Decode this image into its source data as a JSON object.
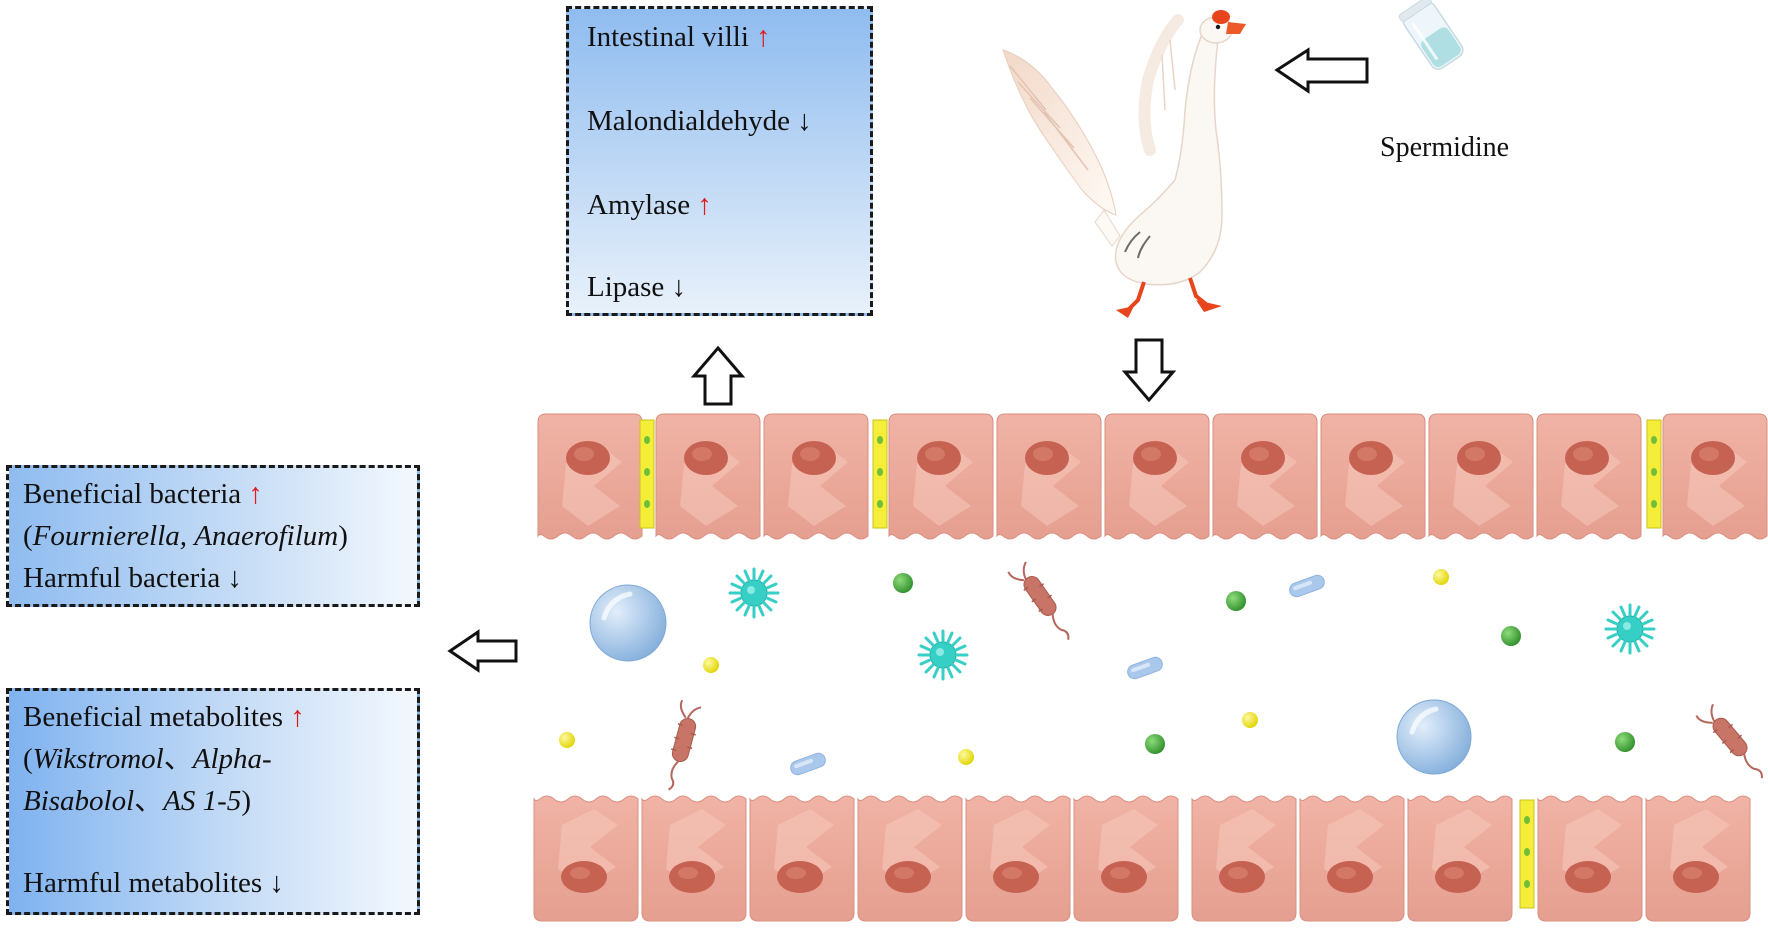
{
  "effects_box": {
    "items": [
      {
        "label": "Intestinal villi",
        "arrow": "↑",
        "direction": "up"
      },
      {
        "label": "Malondialdehyde",
        "arrow": "↓",
        "direction": "down"
      },
      {
        "label": "Amylase",
        "arrow": "↑",
        "direction": "up"
      },
      {
        "label": "Lipase",
        "arrow": "↓",
        "direction": "down"
      }
    ]
  },
  "bacteria_box": {
    "beneficial_label": "Beneficial bacteria",
    "beneficial_arrow": "↑",
    "open_paren": "(",
    "genus_1": "Fournierella,",
    "genus_2": "Anaerofilum",
    "close_paren": ")",
    "harmful_label": "Harmful bacteria",
    "harmful_arrow": "↓"
  },
  "metabolites_box": {
    "beneficial_label": "Beneficial metabolites",
    "beneficial_arrow": "↑",
    "open_paren": "(",
    "compound_1": "Wikstromol",
    "separator_1": "、",
    "compound_2a": "Alpha-",
    "compound_2b": "Bisabolol",
    "separator_2": "、",
    "compound_3": "AS 1-5",
    "close_paren": ")",
    "harmful_label": "Harmful metabolites",
    "harmful_arrow": "↓"
  },
  "spermidine": {
    "label": "Spermidine"
  },
  "colors": {
    "up_arrow": "#e01b1b",
    "cell_fill": "#eaa99b",
    "nucleus": "#c75e4f",
    "tight_junction": "#f4ee3a",
    "box_gradient_start": "#8fbcf0"
  }
}
